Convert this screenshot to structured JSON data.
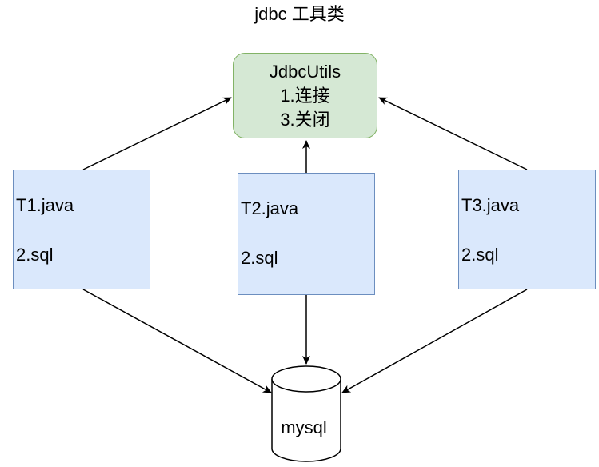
{
  "title": "jdbc 工具类",
  "utils": {
    "name": "JdbcUtils",
    "line1": "1.连接",
    "line2": "3.关闭"
  },
  "clients": [
    {
      "file": "T1.java",
      "step": "2.sql"
    },
    {
      "file": "T2.java",
      "step": "2.sql"
    },
    {
      "file": "T3.java",
      "step": "2.sql"
    }
  ],
  "database": {
    "label": "mysql"
  },
  "colors": {
    "client_fill": "#dae8fc",
    "client_stroke": "#6c8ebf",
    "utils_fill": "#d5e8d4",
    "utils_stroke": "#82b366",
    "edge": "#000000"
  }
}
